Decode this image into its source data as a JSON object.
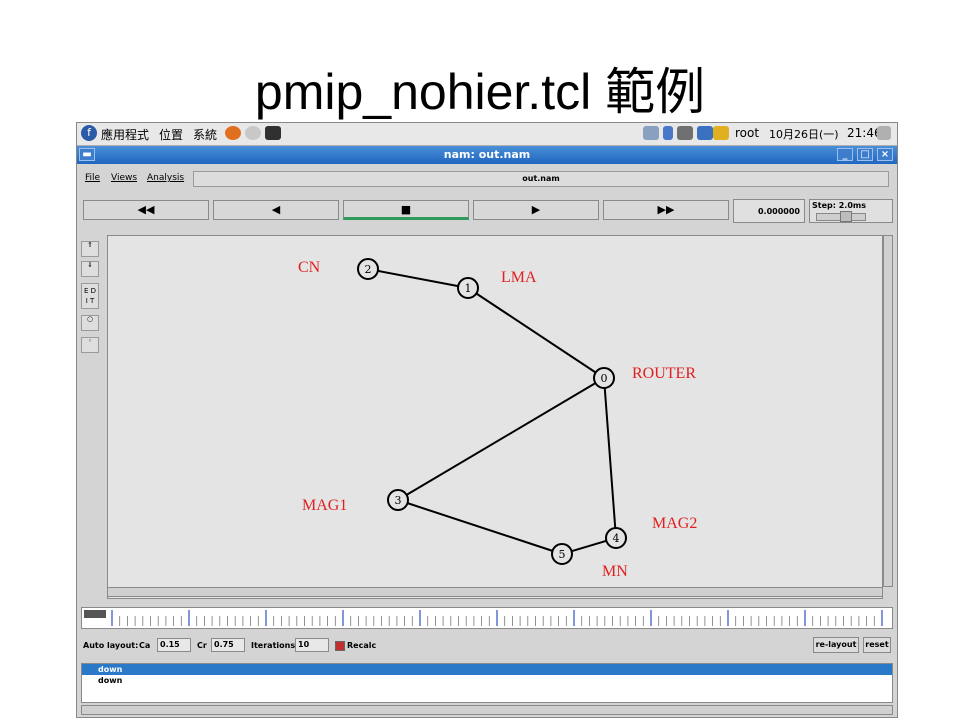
{
  "slide": {
    "title": "pmip_nohier.tcl 範例"
  },
  "panel": {
    "menus": [
      "應用程式",
      "位置",
      "系統"
    ],
    "user": "root",
    "date": "10月26日(一)",
    "time": "21:46"
  },
  "window": {
    "title": "nam: out.nam"
  },
  "menubar": {
    "file": "File",
    "views": "Views",
    "analysis": "Analysis",
    "filename": "out.nam"
  },
  "playback": {
    "rewind": "◀◀",
    "back": "◀",
    "stop": "■",
    "play": "▶",
    "forward": "▶▶",
    "time": "0.000000",
    "step_label": "Step: 2.0ms"
  },
  "tools": {
    "edit": "E D I T"
  },
  "network": {
    "nodes": [
      {
        "id": "0",
        "label": "ROUTER"
      },
      {
        "id": "1",
        "label": "LMA"
      },
      {
        "id": "2",
        "label": "CN"
      },
      {
        "id": "3",
        "label": "MAG1"
      },
      {
        "id": "4",
        "label": "MAG2"
      },
      {
        "id": "5",
        "label": "MN"
      }
    ],
    "links": [
      [
        "2",
        "1"
      ],
      [
        "1",
        "0"
      ],
      [
        "0",
        "3"
      ],
      [
        "0",
        "4"
      ],
      [
        "3",
        "5"
      ],
      [
        "5",
        "4"
      ]
    ],
    "node_color": "#000000",
    "label_color": "#e02020"
  },
  "autolayout": {
    "label": "Auto layout:",
    "ca_label": "Ca",
    "ca_value": "0.15",
    "cr_label": "Cr",
    "cr_value": "0.75",
    "iter_label": "Iterations",
    "iter_value": "10",
    "recalc": "Recalc",
    "relayout": "re-layout",
    "reset": "reset"
  },
  "console": {
    "lines": [
      "down",
      "down"
    ]
  }
}
